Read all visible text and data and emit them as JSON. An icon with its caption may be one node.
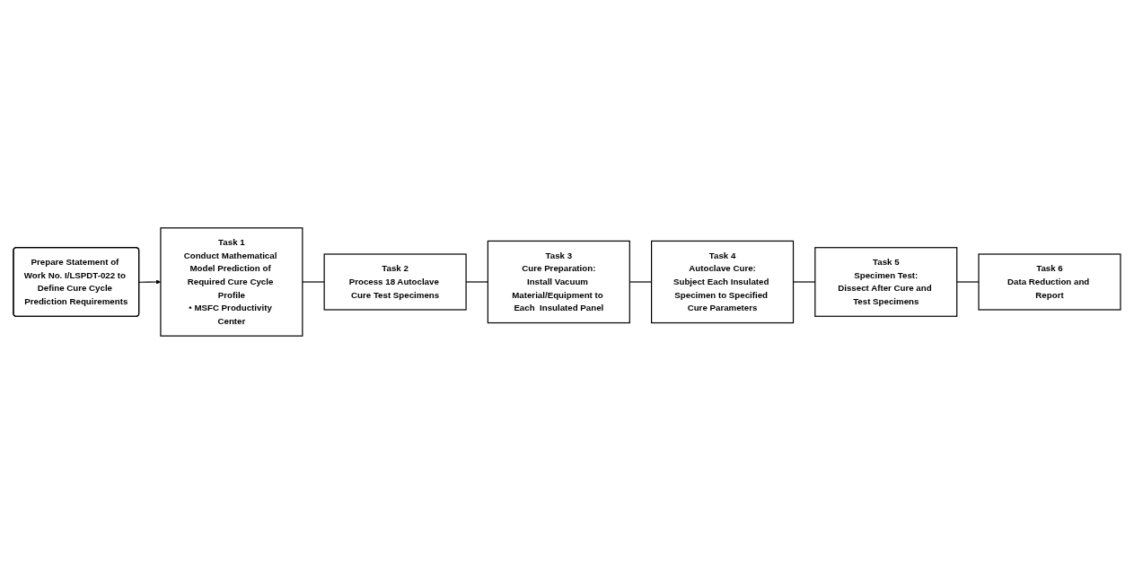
{
  "diagram": {
    "nodes": [
      {
        "text": [
          "Task 1",
          "Conduct Mathematical Model Prediction of Required Cure Cycle Profile",
          "• MSFC Productivity Center"
        ]
      },
      {
        "text": [
          "Task 2",
          "Process 18 Autoclave Cure Test Specimens"
        ]
      },
      {
        "text": [
          "Task 3",
          "Cure Preparation:",
          "Install Vacuum Material/Equipment to Each  Insulated Panel"
        ]
      },
      {
        "text": [
          "Task 4",
          "Autoclave Cure:",
          "Subject Each Insulated Specimen to Specified Cure Parameters"
        ]
      },
      {
        "text": [
          "Task 5",
          "Specimen Test:",
          "Dissect After Cure and Test Specimens"
        ]
      },
      {
        "text": [
          "Task 6",
          "Data Reduction and Report"
        ]
      },
      {
        "text": [
          "Prepare Statement of Work No. I/LSPDT-022 to Define Cure Cycle Prediction Requirements"
        ]
      }
    ],
    "edges": [
      {
        "from": 0,
        "to": 1,
        "arrow": "none"
      },
      {
        "from": 1,
        "to": 2,
        "arrow": "none"
      },
      {
        "from": 2,
        "to": 3,
        "arrow": "none"
      },
      {
        "from": 3,
        "to": 4,
        "arrow": "none"
      },
      {
        "from": 4,
        "to": 5,
        "arrow": "none"
      },
      {
        "from": 6,
        "to": 0,
        "arrow": "to"
      }
    ]
  }
}
